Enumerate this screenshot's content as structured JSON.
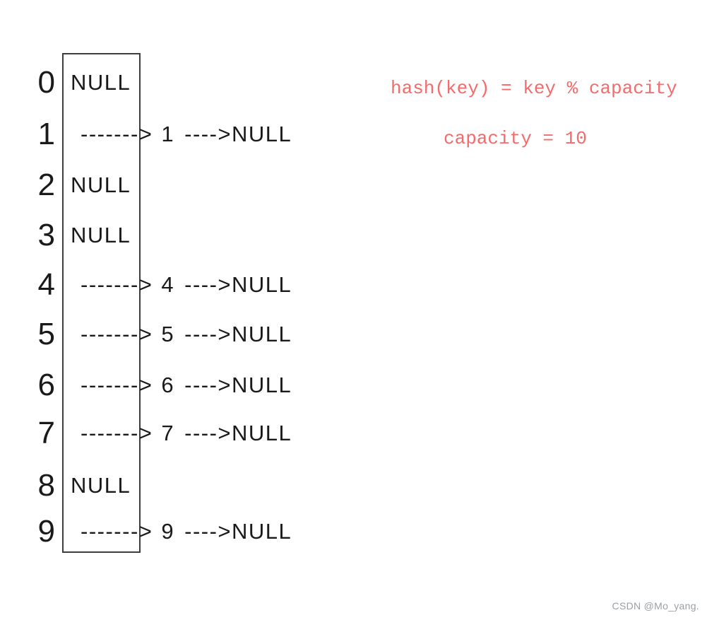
{
  "diagram": {
    "title_hint": "hash table with separate chaining",
    "buckets": [
      {
        "index": "0",
        "type": "null",
        "null_label": "NULL"
      },
      {
        "index": "1",
        "type": "chain",
        "arrow": "------->",
        "value": "1",
        "tail": "---->",
        "null_label": "NULL"
      },
      {
        "index": "2",
        "type": "null",
        "null_label": "NULL"
      },
      {
        "index": "3",
        "type": "null",
        "null_label": "NULL"
      },
      {
        "index": "4",
        "type": "chain",
        "arrow": "------->",
        "value": "4",
        "tail": "---->",
        "null_label": "NULL"
      },
      {
        "index": "5",
        "type": "chain",
        "arrow": "------->",
        "value": "5",
        "tail": "---->",
        "null_label": "NULL"
      },
      {
        "index": "6",
        "type": "chain",
        "arrow": "------->",
        "value": "6",
        "tail": "---->",
        "null_label": "NULL"
      },
      {
        "index": "7",
        "type": "chain",
        "arrow": "------->",
        "value": "7",
        "tail": "---->",
        "null_label": "NULL"
      },
      {
        "index": "8",
        "type": "null",
        "null_label": "NULL"
      },
      {
        "index": "9",
        "type": "chain",
        "arrow": "------->",
        "value": "9",
        "tail": "---->",
        "null_label": "NULL"
      }
    ],
    "colors": {
      "formula_red": "#f56a6a",
      "diagram_text": "#1a1a1a",
      "box_border": "#3d3d3d",
      "watermark_gray": "#9aa0a6"
    }
  },
  "annotations": {
    "formula_line1": "hash(key) = key % capacity",
    "formula_line2": "capacity = 10"
  },
  "watermark": "CSDN @Mo_yang."
}
